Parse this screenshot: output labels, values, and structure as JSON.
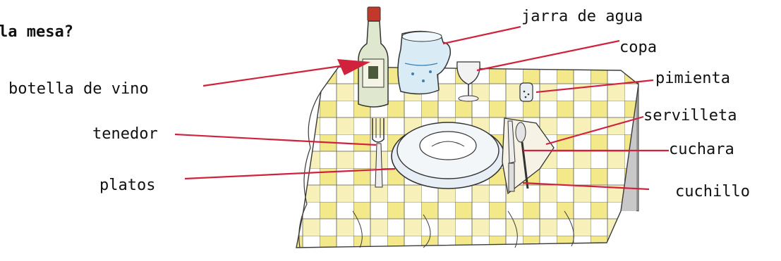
{
  "title": "la mesa?",
  "labels": {
    "jarra": "jarra de agua",
    "copa": "copa",
    "botella": "botella de vino",
    "pimienta": "pimienta",
    "servilleta": "servilleta",
    "tenedor": "tenedor",
    "cuchara": "cuchara",
    "platos": "platos",
    "cuchillo": "cuchillo"
  },
  "colors": {
    "leader_line": "#d0223c",
    "tablecloth_yellow": "#f3e98a",
    "ink": "#3a3a3a"
  }
}
